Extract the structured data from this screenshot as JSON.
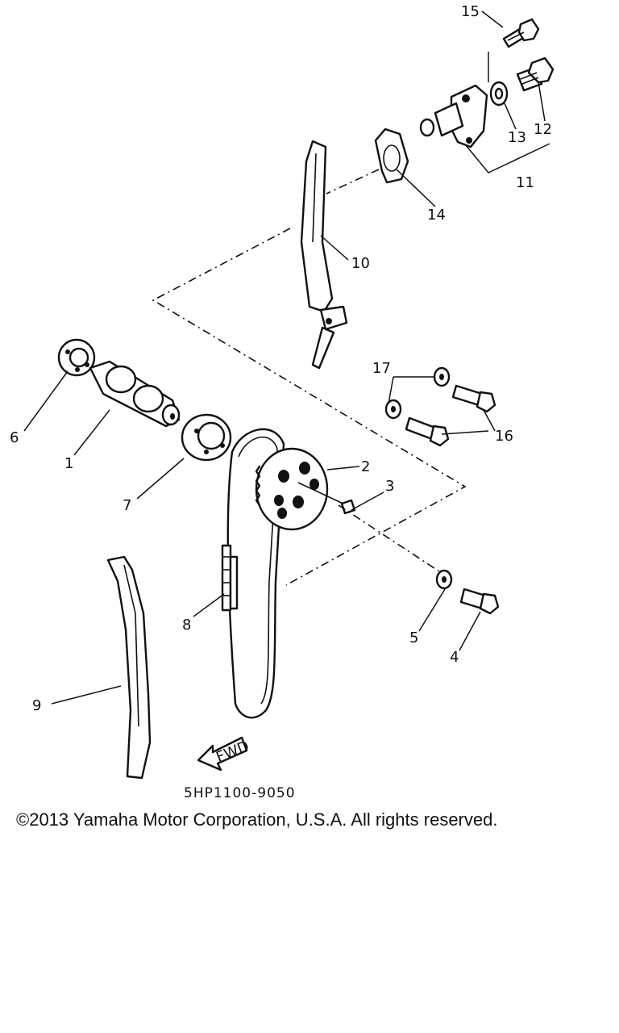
{
  "callouts": {
    "p1": "1",
    "p2": "2",
    "p3": "3",
    "p4": "4",
    "p5": "5",
    "p6": "6",
    "p7": "7",
    "p8": "8",
    "p9": "9",
    "p10": "10",
    "p11": "11",
    "p12": "12",
    "p13": "13",
    "p14": "14",
    "p15": "15",
    "p16": "16",
    "p17": "17"
  },
  "fwd_label": "FWD",
  "drawing_code": "5HP1100-9050",
  "copyright": "©2013 Yamaha Motor Corporation, U.S.A. All rights reserved."
}
